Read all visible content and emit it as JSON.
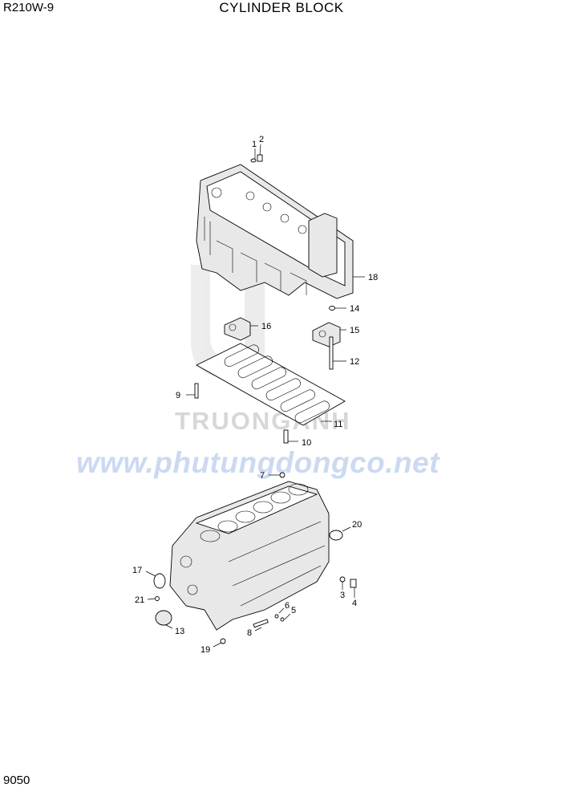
{
  "header": {
    "model": "R210W-9",
    "title": "CYLINDER BLOCK"
  },
  "footer": {
    "page_number": "9050"
  },
  "watermark": {
    "brand": "TRUONGANH",
    "url": "www.phutungdongco.net"
  },
  "callouts": [
    "1",
    "2",
    "3",
    "4",
    "5",
    "6",
    "7",
    "8",
    "9",
    "10",
    "11",
    "12",
    "13",
    "14",
    "15",
    "16",
    "17",
    "18",
    "19",
    "20",
    "21"
  ]
}
